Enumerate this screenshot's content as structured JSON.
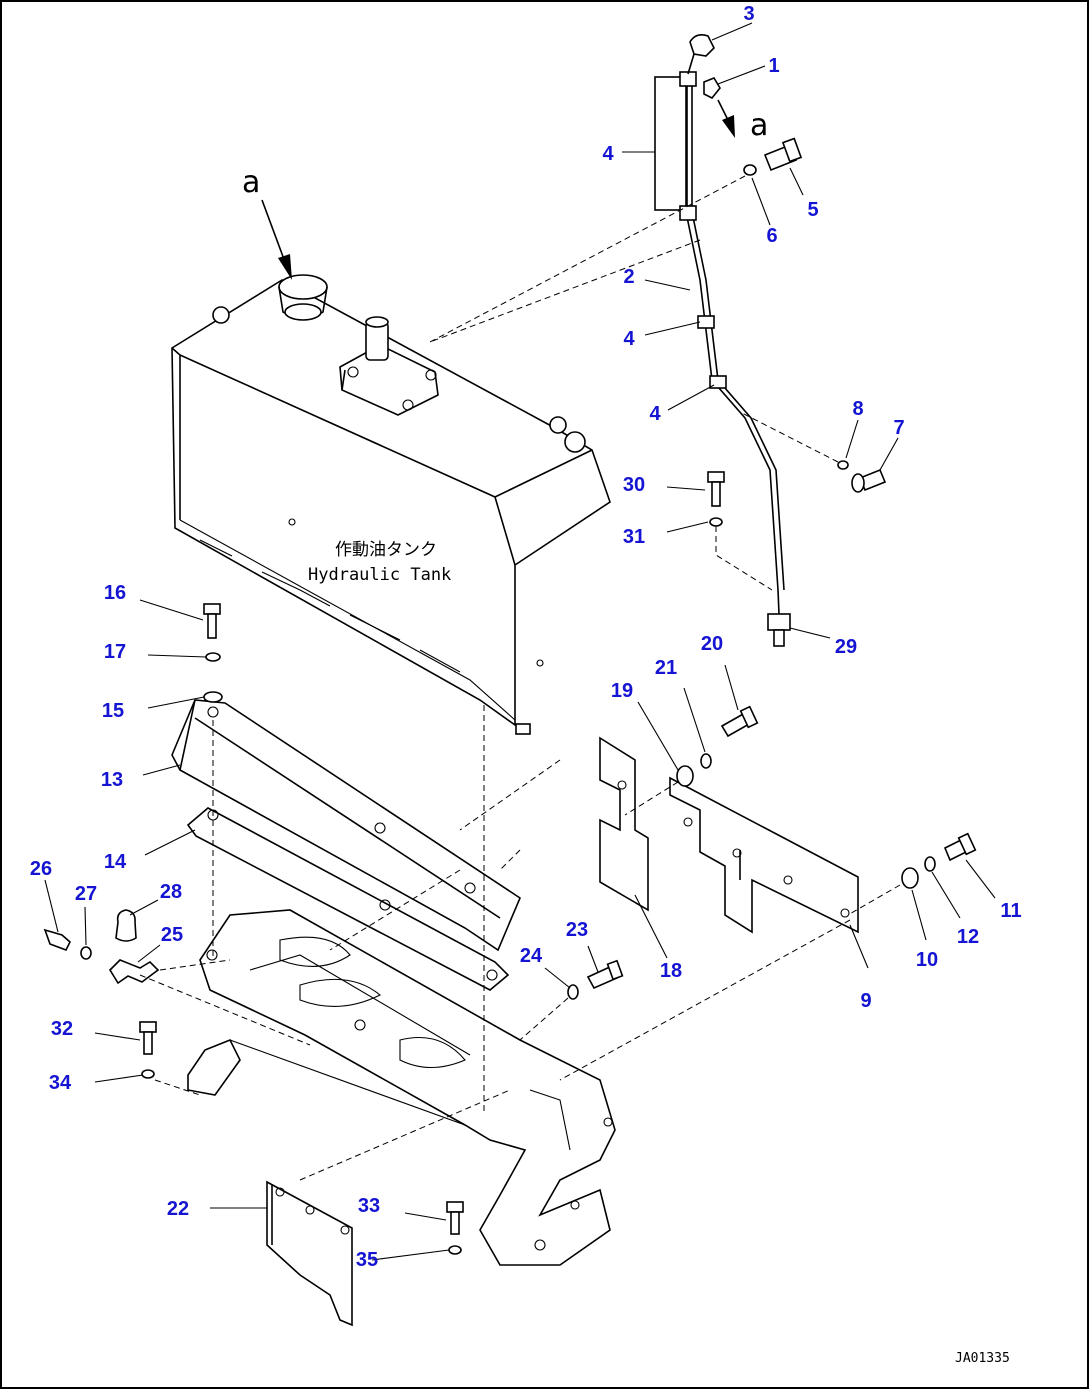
{
  "diagram": {
    "view_mark": "a",
    "tank_label_jp": "作動油タンク",
    "tank_label_en": "Hydraulic Tank",
    "drawing_code": "JA01335",
    "callouts": [
      "1",
      "2",
      "3",
      "4",
      "5",
      "6",
      "7",
      "8",
      "9",
      "10",
      "11",
      "12",
      "13",
      "14",
      "15",
      "16",
      "17",
      "18",
      "19",
      "20",
      "21",
      "22",
      "23",
      "24",
      "25",
      "26",
      "27",
      "28",
      "29",
      "30",
      "31",
      "32",
      "33",
      "34",
      "35"
    ]
  }
}
